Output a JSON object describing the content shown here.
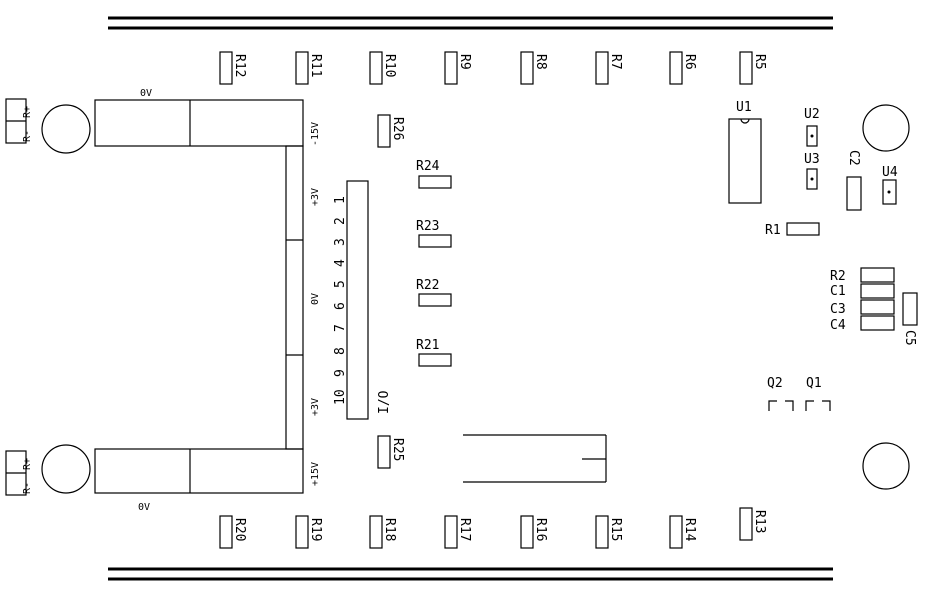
{
  "resistors_top": [
    "R12",
    "R11",
    "R10",
    "R9",
    "R8",
    "R7",
    "R6",
    "R5"
  ],
  "resistors_bottom": [
    "R20",
    "R19",
    "R18",
    "R17",
    "R16",
    "R15",
    "R14",
    "R13"
  ],
  "connector_pins": [
    "1",
    "2",
    "3",
    "4",
    "5",
    "6",
    "7",
    "8",
    "9",
    "10"
  ],
  "left_resistors": [
    "R24",
    "R23",
    "R22",
    "R21"
  ],
  "labels": {
    "r26": "R26",
    "r25": "R25",
    "r1": "R1",
    "u1": "U1",
    "u2": "U2",
    "u3": "U3",
    "u4": "U4",
    "c2": "C2",
    "r2": "R2",
    "c1": "C1",
    "c3": "C3",
    "c4": "C4",
    "c5": "C5",
    "q2": "Q2",
    "q1": "Q1",
    "rminus_top": "R-",
    "rplus_top": "R+",
    "rminus_bot": "R-",
    "rplus_bot": "R+",
    "ov_top": "0V",
    "ov_bot": "0V",
    "ov_mid": "0V",
    "m15v": "-15V",
    "p15v": "+15V",
    "p3v_top": "+3V",
    "p3v_bot": "+3V",
    "io_label": "I/O"
  }
}
